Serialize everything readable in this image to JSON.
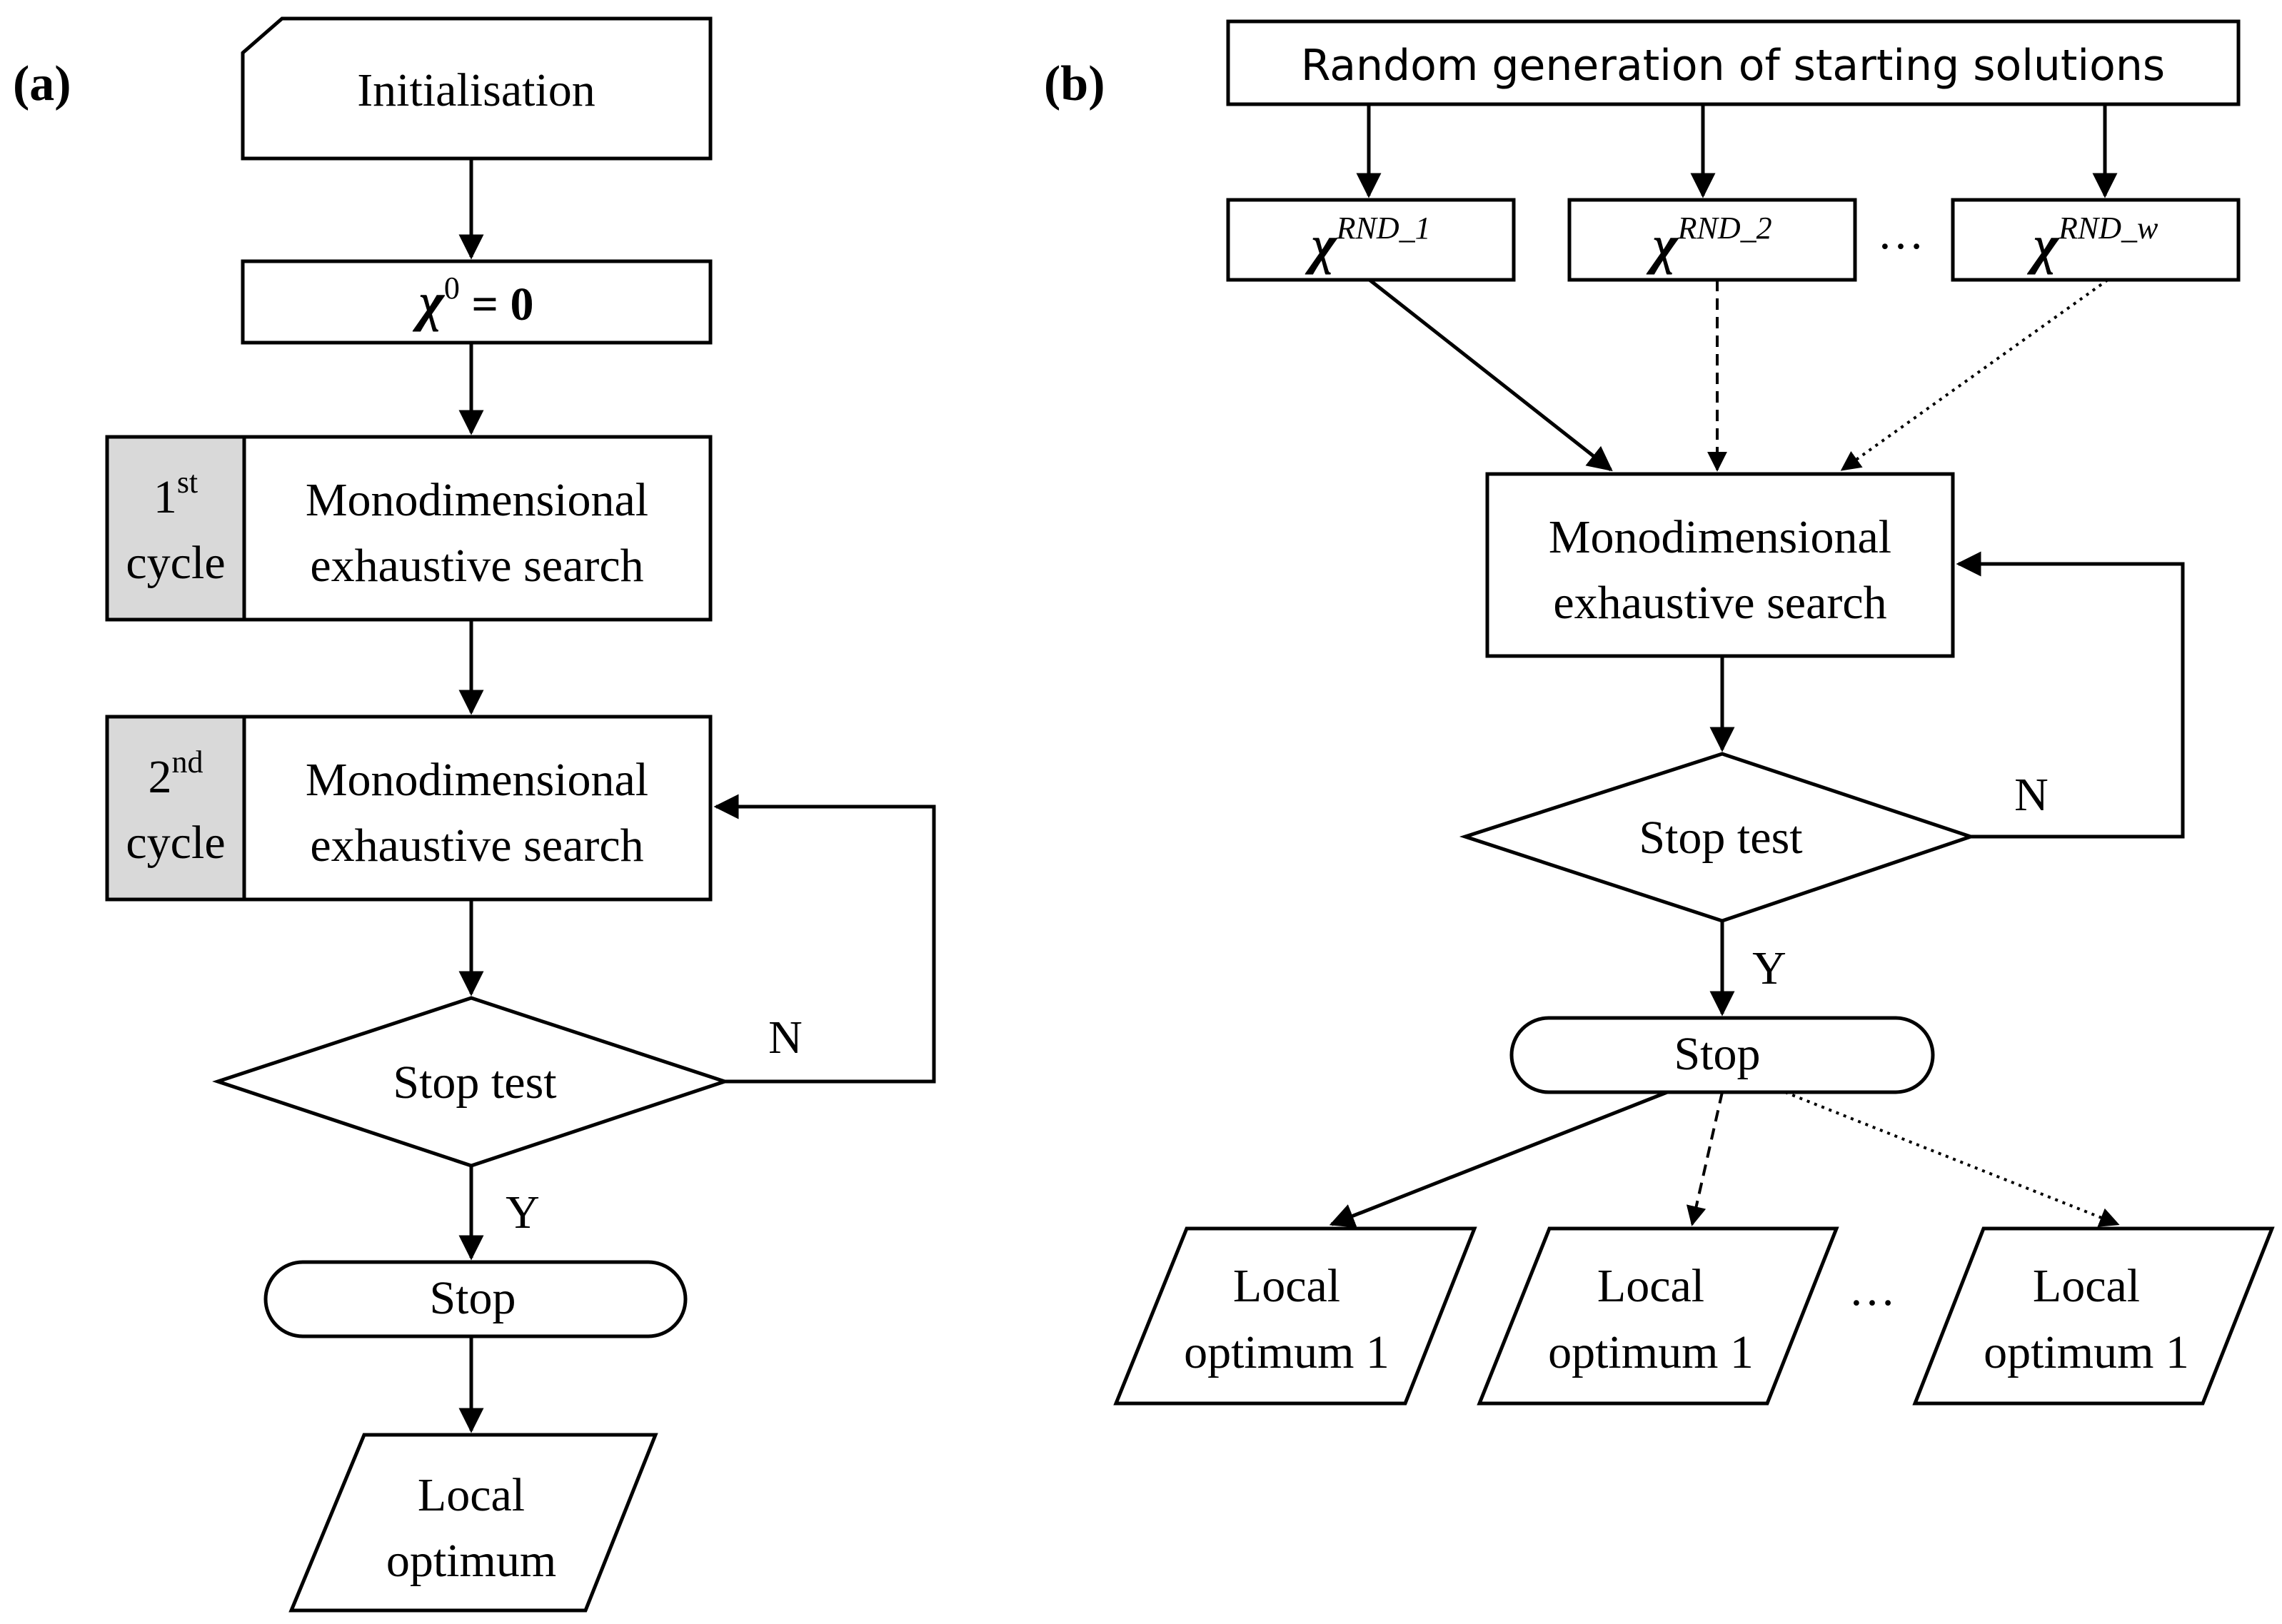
{
  "panel_a": {
    "label": "(a)",
    "init": "Initialisation",
    "chi0_symbol": "χ",
    "chi0_sup": "0",
    "chi0_eq": " = 0",
    "cycle1_num": "1",
    "cycle1_sup": "st",
    "cycle1_word": "cycle",
    "cycle2_num": "2",
    "cycle2_sup": "nd",
    "cycle2_word": "cycle",
    "search_line1": "Monodimensional",
    "search_line2": "exhaustive search",
    "stop_test": "Stop test",
    "no": "N",
    "yes": "Y",
    "stop": "Stop",
    "local_line1": "Local",
    "local_line2": "optimum"
  },
  "panel_b": {
    "label": "(b)",
    "random_gen": "Random generation of starting solutions",
    "chi_symbol": "χ",
    "rnd1": "RND_1",
    "rnd2": "RND_2",
    "rndw": "RND_w",
    "ellipsis": "…",
    "search_line1": "Monodimensional",
    "search_line2": "exhaustive search",
    "stop_test": "Stop test",
    "no": "N",
    "yes": "Y",
    "stop": "Stop",
    "opt1_line1": "Local",
    "opt1_line2": "optimum 1",
    "opt2_line1": "Local",
    "opt2_line2": "optimum 1",
    "opt3_line1": "Local",
    "opt3_line2": "optimum 1"
  }
}
